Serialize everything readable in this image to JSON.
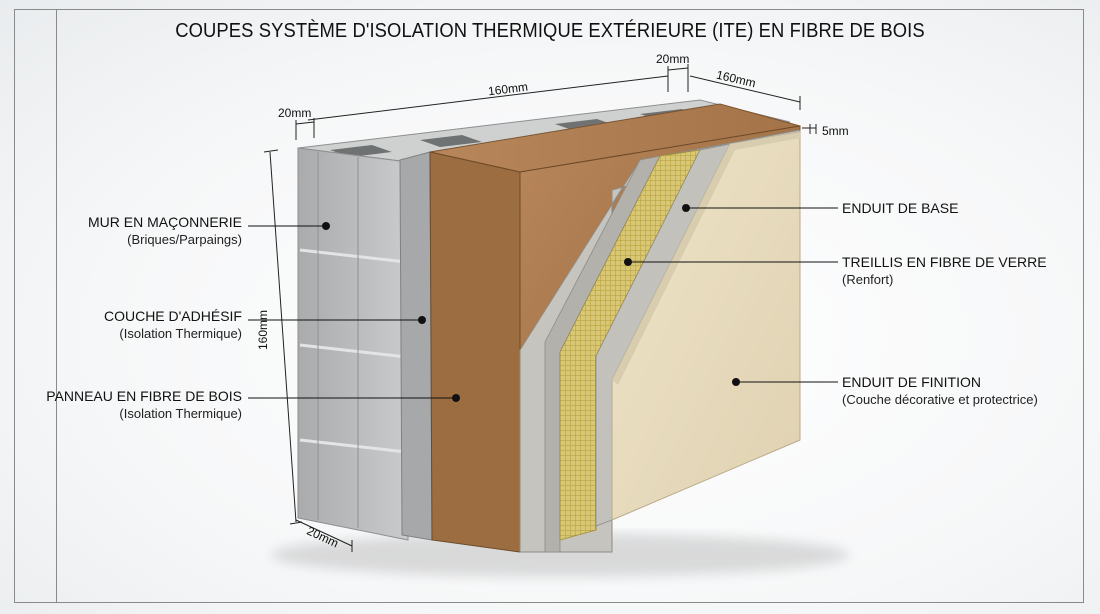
{
  "title": "COUPES SYSTÈME D'ISOLATION THERMIQUE EXTÉRIEURE (ITE) EN FIBRE DE BOIS",
  "dimensions": {
    "top_block_depth": "20mm",
    "top_length": "160mm",
    "top_insulation_depth": "20mm",
    "top_right": "160mm",
    "finish": "5mm",
    "height": "160mm",
    "bottom_depth": "20mm"
  },
  "labels": {
    "masonry": {
      "title": "MUR EN MAÇONNERIE",
      "sub": "(Briques/Parpaings)"
    },
    "adhesive": {
      "title": "COUCHE D'ADHÉSIF",
      "sub": "(Isolation Thermique)"
    },
    "woodfiber": {
      "title": "PANNEAU EN FIBRE DE BOIS",
      "sub": "(Isolation Thermique)"
    },
    "base_coat": {
      "title": "ENDUIT DE BASE"
    },
    "mesh": {
      "title": "TREILLIS EN FIBRE DE VERRE",
      "sub": "(Renfort)"
    },
    "finish_coat": {
      "title": "ENDUIT DE FINITION",
      "sub": "(Couche décorative et protectrice)"
    }
  },
  "colors": {
    "block": "#b9bbbc",
    "wood_fiber": "#a9784a",
    "base_render": "#c4c3be",
    "mesh": "#e6cf6b",
    "finish": "#e8dcc0"
  }
}
